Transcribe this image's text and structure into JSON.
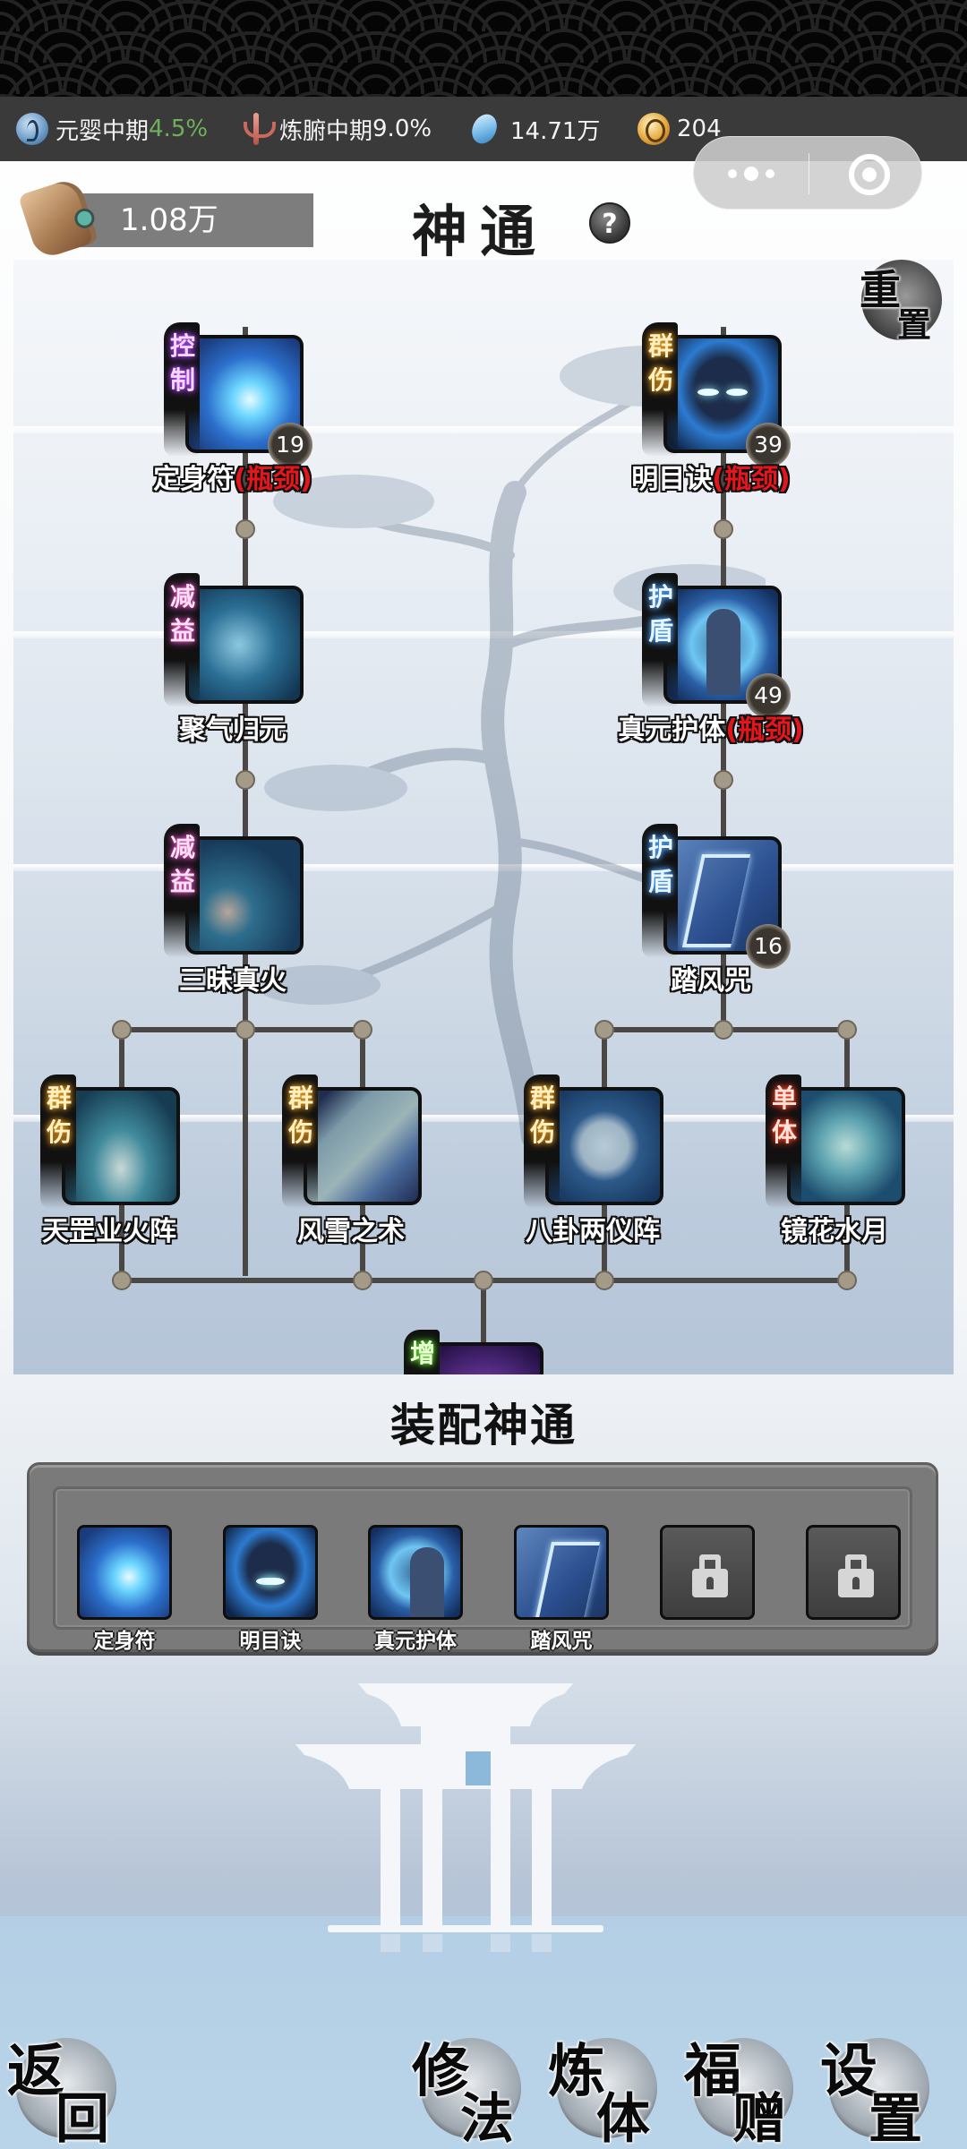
{
  "resources": [
    {
      "icon": "realm-yinyang-icon",
      "label": "元婴中期",
      "percent": "4.5%",
      "percent_color": "#6fb05c"
    },
    {
      "icon": "body-sword-icon",
      "label": "炼腑中期",
      "percent": "9.0%"
    },
    {
      "icon": "spirit-crystal-icon",
      "value": "14.71万"
    },
    {
      "icon": "gold-coin-icon",
      "value": "204"
    }
  ],
  "capsule": {
    "more_icon": "more-dots-icon",
    "close_icon": "target-circle-icon"
  },
  "header": {
    "scroll_value": "1.08万",
    "title": "神通",
    "help_label": "?",
    "reset_label_1": "重",
    "reset_label_2": "置"
  },
  "skills": [
    {
      "id": "dingshenfu",
      "name": "定身符",
      "suffix": "(瓶颈)",
      "tag": [
        "控",
        "制"
      ],
      "tag_color": "purple",
      "level": "19"
    },
    {
      "id": "mingmujue",
      "name": "明目诀",
      "suffix": "(瓶颈)",
      "tag": [
        "群",
        "伤"
      ],
      "tag_color": "gold",
      "level": "39"
    },
    {
      "id": "juqiguiyuan",
      "name": "聚气归元",
      "suffix": "",
      "tag": [
        "减",
        "益"
      ],
      "tag_color": "pink",
      "level": ""
    },
    {
      "id": "zhenyuanhuti",
      "name": "真元护体",
      "suffix": "(瓶颈)",
      "tag": [
        "护",
        "盾"
      ],
      "tag_color": "blue",
      "level": "49"
    },
    {
      "id": "sanmeizhenhuo",
      "name": "三昧真火",
      "suffix": "",
      "tag": [
        "减",
        "益"
      ],
      "tag_color": "pink",
      "level": ""
    },
    {
      "id": "tafengzhou",
      "name": "踏风咒",
      "suffix": "",
      "tag": [
        "护",
        "盾"
      ],
      "tag_color": "blue",
      "level": "16"
    },
    {
      "id": "tiangangyehuozhen",
      "name": "天罡业火阵",
      "suffix": "",
      "tag": [
        "群",
        "伤"
      ],
      "tag_color": "gold",
      "level": ""
    },
    {
      "id": "fengxuezhishu",
      "name": "风雪之术",
      "suffix": "",
      "tag": [
        "群",
        "伤"
      ],
      "tag_color": "gold",
      "level": ""
    },
    {
      "id": "baguaiangyizhen",
      "name": "八卦两仪阵",
      "suffix": "",
      "tag": [
        "群",
        "伤"
      ],
      "tag_color": "gold",
      "level": ""
    },
    {
      "id": "jinghuashuiyue",
      "name": "镜花水月",
      "suffix": "",
      "tag": [
        "单",
        "体"
      ],
      "tag_color": "red",
      "level": ""
    },
    {
      "id": "partial",
      "name": "",
      "suffix": "",
      "tag": [
        "增",
        ""
      ],
      "tag_color": "green",
      "level": ""
    }
  ],
  "equip": {
    "title": "装配神通",
    "slots": [
      {
        "label": "定身符",
        "locked": false
      },
      {
        "label": "明目诀",
        "locked": false
      },
      {
        "label": "真元护体",
        "locked": false
      },
      {
        "label": "踏风咒",
        "locked": false
      },
      {
        "label": "",
        "locked": true
      },
      {
        "label": "",
        "locked": true
      }
    ]
  },
  "nav": [
    {
      "id": "back",
      "c1": "返",
      "c2": "回"
    },
    {
      "id": "xiufa",
      "c1": "修",
      "c2": "法"
    },
    {
      "id": "lianti",
      "c1": "炼",
      "c2": "体"
    },
    {
      "id": "fuzeng",
      "c1": "福",
      "c2": "赠"
    },
    {
      "id": "settings",
      "c1": "设",
      "c2": "置"
    }
  ]
}
